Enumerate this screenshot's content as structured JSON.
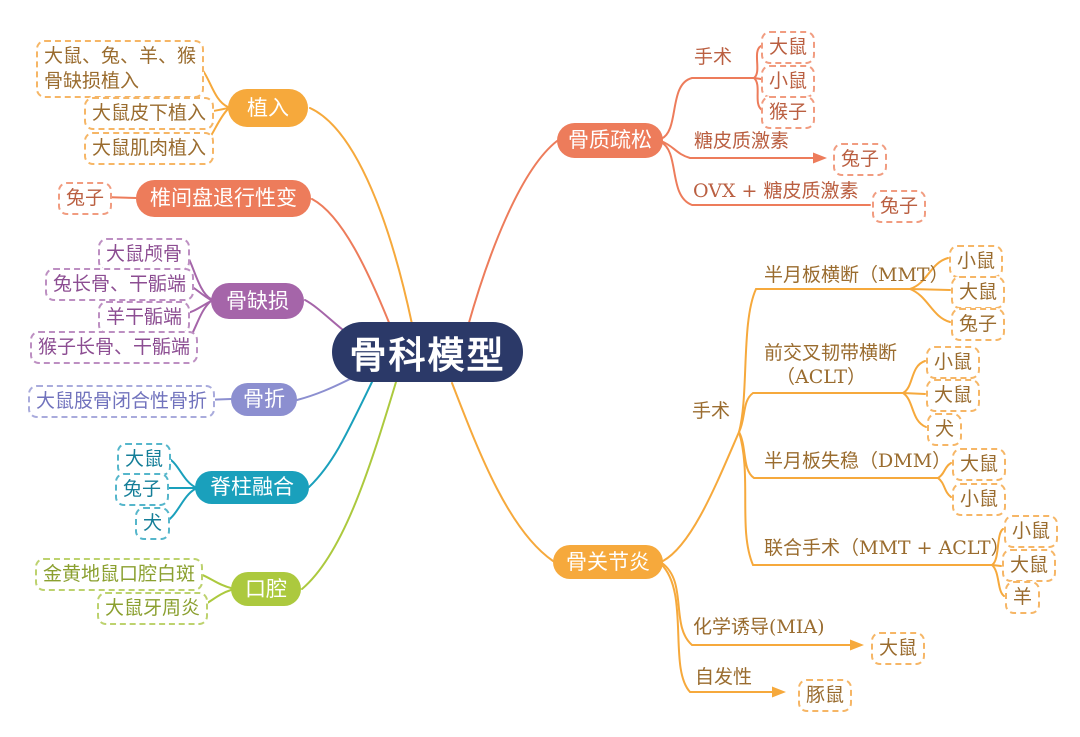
{
  "center": {
    "label": "骨科模型"
  },
  "palette": {
    "center_bg": "#2B3968",
    "orange": "#F6A93C",
    "coral": "#ED7C5B",
    "purple": "#A565A9",
    "periwinkle": "#8C8FD0",
    "teal": "#1AA0BC",
    "green": "#ACC93E",
    "background": "#FFFFFF"
  },
  "left": {
    "implant": {
      "label": "植入",
      "leaves": [
        "大鼠、兔、羊、猴骨缺损植入",
        "大鼠皮下植入",
        "大鼠肌肉植入"
      ]
    },
    "disc": {
      "label": "椎间盘退行性变",
      "leaves": [
        "兔子"
      ]
    },
    "defect": {
      "label": "骨缺损",
      "leaves": [
        "大鼠颅骨",
        "兔长骨、干骺端",
        "羊干骺端",
        "猴子长骨、干骺端"
      ]
    },
    "fracture": {
      "label": "骨折",
      "leaves": [
        "大鼠股骨闭合性骨折"
      ]
    },
    "fusion": {
      "label": "脊柱融合",
      "leaves": [
        "大鼠",
        "兔子",
        "犬"
      ]
    },
    "oral": {
      "label": "口腔",
      "leaves": [
        "金黄地鼠口腔白斑",
        "大鼠牙周炎"
      ]
    }
  },
  "right": {
    "op": {
      "label": "骨质疏松",
      "groups": [
        {
          "label": "手术",
          "leaves": [
            "大鼠",
            "小鼠",
            "猴子"
          ]
        },
        {
          "label": "糖皮质激素",
          "leaves": [
            "兔子"
          ]
        },
        {
          "label": "OVX + 糖皮质激素",
          "leaves": [
            "兔子"
          ]
        }
      ]
    },
    "oa": {
      "label": "骨关节炎",
      "surgery_label": "手术",
      "groups": [
        {
          "label": "半月板横断（MMT）",
          "leaves": [
            "小鼠",
            "大鼠",
            "兔子"
          ]
        },
        {
          "label": "前交叉韧带横断",
          "label2": "（ACLT）",
          "leaves": [
            "小鼠",
            "大鼠",
            "犬"
          ]
        },
        {
          "label": "半月板失稳（DMM）",
          "leaves": [
            "大鼠",
            "小鼠"
          ]
        },
        {
          "label": "联合手术（MMT + ACLT）",
          "leaves": [
            "小鼠",
            "大鼠",
            "羊"
          ]
        },
        {
          "label": "化学诱导(MIA)",
          "leaves": [
            "大鼠"
          ]
        },
        {
          "label": "自发性",
          "leaves": [
            "豚鼠"
          ]
        }
      ]
    }
  }
}
